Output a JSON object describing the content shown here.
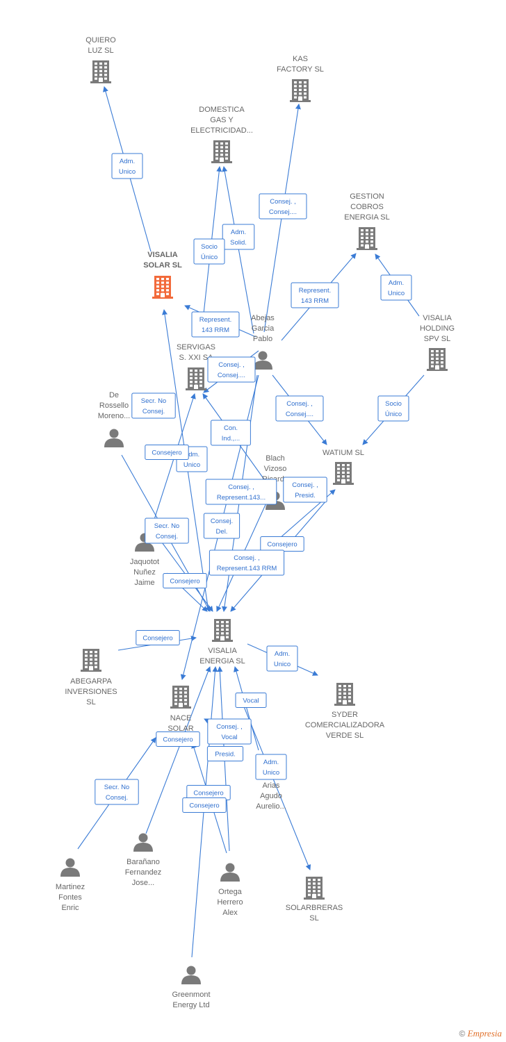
{
  "colors": {
    "edge": "#3a7bd5",
    "company": "#7a7a7a",
    "highlight": "#f26a3b",
    "person": "#7a7a7a"
  },
  "nodes": [
    {
      "id": "quiero",
      "type": "company",
      "label": [
        "QUIERO",
        "LUZ  SL"
      ]
    },
    {
      "id": "kas",
      "type": "company",
      "label": [
        "KAS",
        "FACTORY SL"
      ]
    },
    {
      "id": "domestica",
      "type": "company",
      "label": [
        "DOMESTICA",
        "GAS Y",
        "ELECTRICIDAD..."
      ]
    },
    {
      "id": "gestion",
      "type": "company",
      "label": [
        "GESTION",
        "COBROS",
        "ENERGIA  SL"
      ]
    },
    {
      "id": "visalia_solar",
      "type": "company",
      "highlight": true,
      "label": [
        "VISALIA",
        "SOLAR  SL"
      ]
    },
    {
      "id": "abejas",
      "type": "person",
      "label": [
        "Abejas",
        "Garcia",
        "Pablo"
      ]
    },
    {
      "id": "visalia_holding",
      "type": "company",
      "label": [
        "VISALIA",
        "HOLDING",
        "SPV  SL"
      ]
    },
    {
      "id": "servigas",
      "type": "company",
      "label": [
        "SERVIGAS",
        "S.  XXI SA"
      ]
    },
    {
      "id": "derossello",
      "type": "person",
      "label": [
        "De",
        "Rossello",
        "Moreno..."
      ]
    },
    {
      "id": "watium",
      "type": "company",
      "label": [
        "WATIUM SL"
      ]
    },
    {
      "id": "blach",
      "type": "person",
      "label": [
        "Blach",
        "Vizoso",
        "Ricardo"
      ]
    },
    {
      "id": "jaquotot",
      "type": "person",
      "label": [
        "Jaquotot",
        "Nuñez",
        "Jaime"
      ]
    },
    {
      "id": "visalia_energia",
      "type": "company",
      "label": [
        "VISALIA",
        "ENERGIA  SL"
      ]
    },
    {
      "id": "abegarpa",
      "type": "company",
      "label": [
        "ABEGARPA",
        "INVERSIONES",
        "SL"
      ]
    },
    {
      "id": "syder",
      "type": "company",
      "label": [
        "SYDER",
        "COMERCIALIZADORA",
        "VERDE SL"
      ]
    },
    {
      "id": "nace",
      "type": "company",
      "label": [
        "NACE",
        "SOLAR"
      ]
    },
    {
      "id": "arias",
      "type": "person",
      "label": [
        "Arias",
        "Agudo",
        "Aurelio..."
      ]
    },
    {
      "id": "martinez",
      "type": "person",
      "label": [
        "Martinez",
        "Fontes",
        "Enric"
      ]
    },
    {
      "id": "barañano",
      "type": "person",
      "label": [
        "Barañano",
        "Fernandez",
        "Jose..."
      ]
    },
    {
      "id": "ortega",
      "type": "person",
      "label": [
        "Ortega",
        "Herrero",
        "Alex"
      ]
    },
    {
      "id": "solarbreras",
      "type": "company",
      "label": [
        "SOLARBRERAS",
        "SL"
      ]
    },
    {
      "id": "greenmont",
      "type": "person",
      "label": [
        "Greenmont",
        "Energy Ltd"
      ]
    }
  ],
  "edges": [
    {
      "from": "visalia_solar",
      "to": "quiero",
      "label": [
        "Adm.",
        "Unico"
      ]
    },
    {
      "from": "abejas",
      "to": "kas",
      "label": [
        "Consej. ,",
        "Consej...."
      ]
    },
    {
      "from": "abejas",
      "to": "domestica",
      "label": [
        "Adm.",
        "Solid."
      ]
    },
    {
      "from": "servigas",
      "to": "domestica",
      "label": [
        "Socio",
        "Único"
      ]
    },
    {
      "from": "abejas",
      "to": "gestion",
      "label": [
        "Represent.",
        "143 RRM"
      ]
    },
    {
      "from": "visalia_holding",
      "to": "gestion",
      "label": [
        "Adm.",
        "Unico"
      ]
    },
    {
      "from": "abejas",
      "to": "visalia_solar",
      "label": [
        "Represent.",
        "143 RRM"
      ]
    },
    {
      "from": "abejas",
      "to": "servigas",
      "label": [
        "Consej. ,",
        "Consej...."
      ]
    },
    {
      "from": "abejas",
      "to": "watium",
      "label": [
        "Consej. ,",
        "Consej...."
      ]
    },
    {
      "from": "visalia_holding",
      "to": "watium",
      "label": [
        "Socio",
        "Único"
      ]
    },
    {
      "from": "derossello",
      "to": "visalia_energia",
      "label": [
        "Secr.  No",
        "Consej."
      ]
    },
    {
      "from": "blach",
      "to": "servigas",
      "label": [
        "Con.",
        "Ind.,..."
      ]
    },
    {
      "from": "visalia_energia",
      "to": "visalia_solar",
      "label": [
        "Adm.",
        "Unico"
      ]
    },
    {
      "from": "jaquotot",
      "to": "servigas",
      "label": [
        "Consejero"
      ]
    },
    {
      "from": "blach",
      "to": "visalia_energia",
      "label": [
        "Consej. ,",
        "Represent.143..."
      ]
    },
    {
      "from": "blach",
      "to": "watium",
      "label": [
        "Consej. ,",
        "Presid."
      ]
    },
    {
      "from": "abejas",
      "to": "nace",
      "label": [
        "Consej.",
        "Del."
      ]
    },
    {
      "from": "jaquotot",
      "to": "visalia_energia",
      "label": [
        "Secr.  No",
        "Consej."
      ]
    },
    {
      "from": "watium",
      "to": "visalia_energia",
      "label": [
        "Consejero"
      ]
    },
    {
      "from": "abejas",
      "to": "visalia_energia",
      "label": [
        "Consej. ,",
        "Represent.143 RRM"
      ]
    },
    {
      "from": "jaquotot",
      "to": "visalia_energia",
      "label": [
        "Consejero"
      ]
    },
    {
      "from": "abegarpa",
      "to": "visalia_energia",
      "label": [
        "Consejero"
      ]
    },
    {
      "from": "visalia_energia",
      "to": "syder",
      "label": [
        "Adm.",
        "Unico"
      ]
    },
    {
      "from": "arias",
      "to": "visalia_energia",
      "label": [
        "Vocal"
      ]
    },
    {
      "from": "ortega",
      "to": "visalia_energia",
      "label": [
        "Consej. ,",
        "Vocal"
      ]
    },
    {
      "from": "martinez",
      "to": "nace",
      "label": [
        "Secr.  No",
        "Consej."
      ]
    },
    {
      "from": "barañano",
      "to": "visalia_energia",
      "label": [
        "Consejero"
      ]
    },
    {
      "from": "ortega",
      "to": "visalia_energia",
      "label": [
        "Presid."
      ]
    },
    {
      "from": "visalia_energia",
      "to": "solarbreras",
      "label": [
        "Adm.",
        "Unico"
      ]
    },
    {
      "from": "ortega",
      "to": "nace",
      "label": [
        "Consejero"
      ]
    },
    {
      "from": "greenmont",
      "to": "visalia_energia",
      "label": [
        "Consejero"
      ]
    }
  ],
  "footer": {
    "copyright": "©",
    "brand": "Empresia"
  }
}
